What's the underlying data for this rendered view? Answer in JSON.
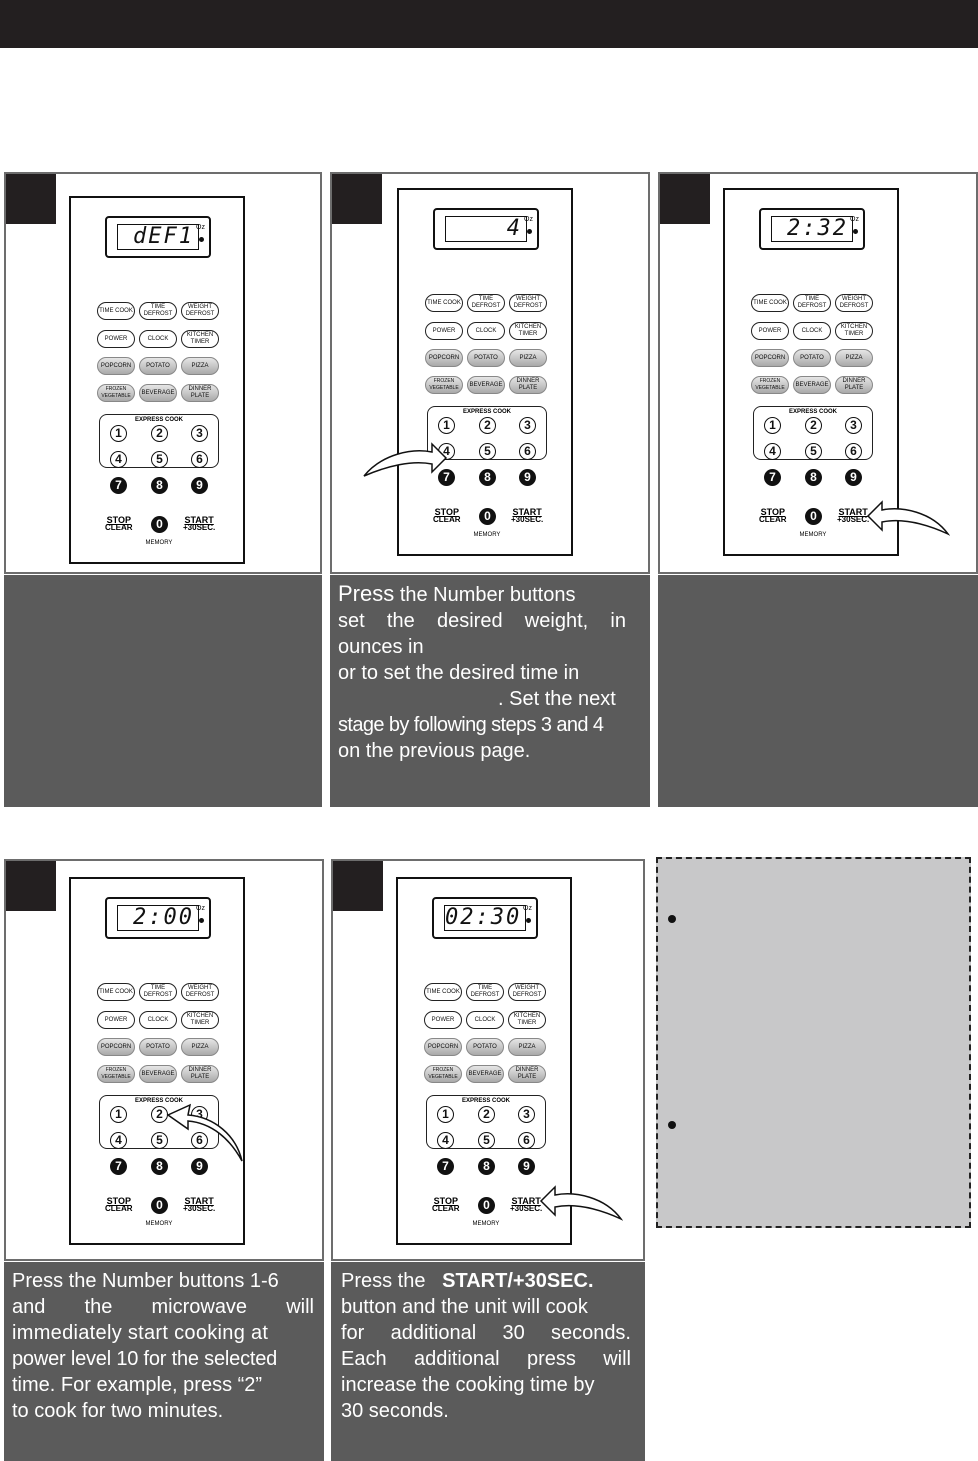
{
  "panels": {
    "p1": {
      "display": "dEF1"
    },
    "p2": {
      "display": "4",
      "caption": {
        "l1a": "Press",
        "l1b": "the Number buttons",
        "l2": "set  the  desired  weight,  in",
        "l3": "ounces  in",
        "l4": "or to set the desired time in",
        "l5": ". Set the next",
        "l6": "stage by following steps 3 and 4",
        "l7": "on the previous page."
      }
    },
    "p3": {
      "display": "2:32"
    },
    "p4": {
      "display": "2:00",
      "caption": {
        "l1": "Press the Number buttons 1-6",
        "l2": "and   the   microwave   will",
        "l3": "immediately start cooking at",
        "l4": "power level 10 for the selected",
        "l5": "time.  For example, press  “2”",
        "l6": "to  cook  for two minutes."
      }
    },
    "p5": {
      "display": "02:30",
      "caption": {
        "l1a": "Press  the",
        "l1b": "START/+30SEC.",
        "l2": "button and the unit will cook",
        "l3": "for  additional  30  seconds.",
        "l4": "Each  additional  press  will",
        "l5": "increase the cooking time by",
        "l6": "30 seconds."
      }
    }
  },
  "keypad": {
    "oz": "Oz",
    "row1": [
      "TIME COOK",
      "TIME DEFROST",
      "WEIGHT DEFROST"
    ],
    "row2": [
      "POWER",
      "CLOCK",
      "KITCHEN TIMER"
    ],
    "row3": [
      "POPCORN",
      "POTATO",
      "PIZZA"
    ],
    "row4": [
      "FROZEN VEGETABLE",
      "BEVERAGE",
      "DINNER PLATE"
    ],
    "express_cook": "EXPRESS COOK",
    "numbers": [
      "1",
      "2",
      "3",
      "4",
      "5",
      "6",
      "7",
      "8",
      "9",
      "0"
    ],
    "stop_top": "STOP",
    "stop_bottom": "CLEAR",
    "start_top": "START",
    "start_bottom": "+30SEC.",
    "memory": "MEMORY"
  },
  "colors": {
    "header": "#231f20",
    "caption_bg": "#5b5b5b",
    "tips_bg": "#c8c8c9"
  }
}
